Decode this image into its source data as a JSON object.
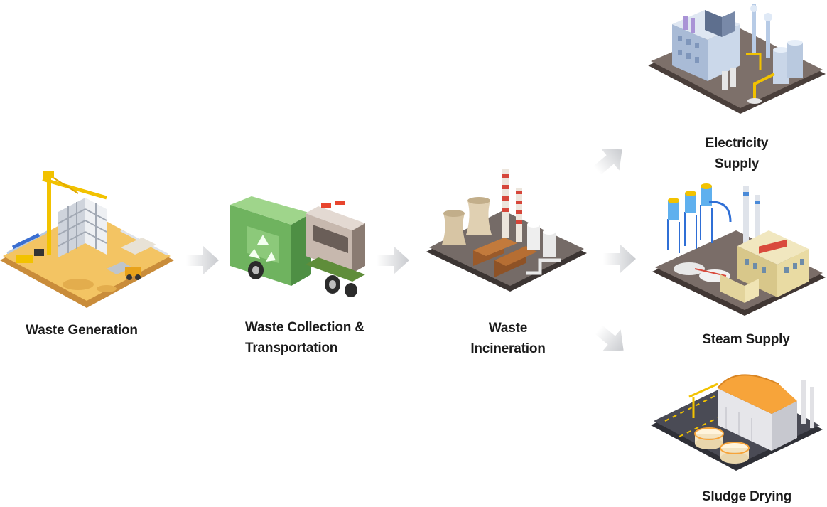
{
  "stages": [
    {
      "id": "generation",
      "label": "Waste Generation",
      "icon": "construction-site-icon"
    },
    {
      "id": "collection",
      "label": "Waste Collection &\nTransportation",
      "icon": "garbage-truck-icon"
    },
    {
      "id": "incineration",
      "label": "Waste\nIncineration",
      "icon": "incineration-plant-icon"
    }
  ],
  "outputs": [
    {
      "id": "electricity",
      "label": "Electricity\nSupply",
      "icon": "power-plant-icon"
    },
    {
      "id": "steam",
      "label": "Steam Supply",
      "icon": "steam-factory-icon"
    },
    {
      "id": "sludge",
      "label": "Sludge Drying",
      "icon": "sludge-drying-plant-icon"
    }
  ],
  "colors": {
    "arrow": "#d4d6da",
    "truck_green": "#7cc36a",
    "ground_gray": "#6b625e",
    "sand": "#f3c463",
    "orange_roof": "#f7a43a"
  }
}
